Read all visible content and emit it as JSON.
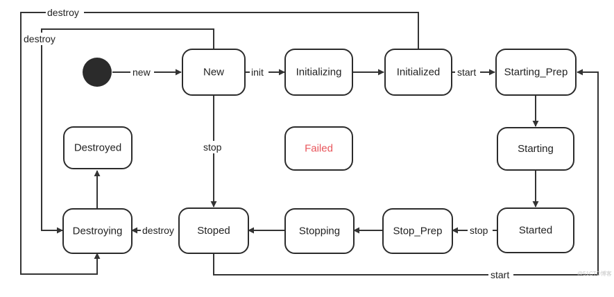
{
  "diagram": {
    "states": {
      "new": "New",
      "initializing": "Initializing",
      "initialized": "Initialized",
      "starting_prep": "Starting_Prep",
      "starting": "Starting",
      "started": "Started",
      "stop_prep": "Stop_Prep",
      "stopping": "Stopping",
      "stoped": "Stoped",
      "destroying": "Destroying",
      "destroyed": "Destroyed",
      "failed": "Failed"
    },
    "transitions": {
      "new": "new",
      "init": "init",
      "start": "start",
      "stop_from_new": "stop",
      "stop_from_started": "stop",
      "destroy_from_stoped": "destroy",
      "destroy_from_new": "destroy",
      "destroy_from_initialized": "destroy",
      "start_from_stoped": "start"
    },
    "colors": {
      "failed_text": "#e8545a",
      "initial_state": "#2b2b2b",
      "stroke": "#2b2b2b"
    },
    "watermark": "@51CTO博客"
  }
}
